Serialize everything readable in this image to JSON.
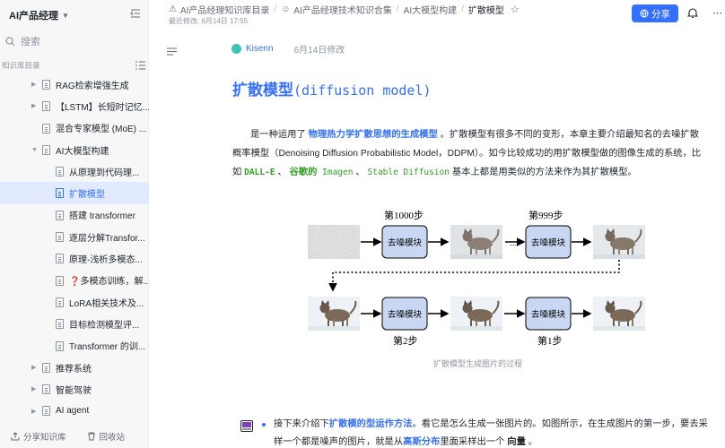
{
  "sidebar": {
    "title": "AI产品经理",
    "search_placeholder": "搜索",
    "toc_label": "知识库目录",
    "items": [
      {
        "label": "RAG检索增强生成",
        "has_arrow": true
      },
      {
        "label": "【LSTM】长短时记忆...",
        "has_arrow": true
      },
      {
        "label": "混合专家模型 (MoE) ...",
        "has_arrow": false
      },
      {
        "label": "AI大模型构建",
        "has_arrow": true
      },
      {
        "label": "从原理到代码理...",
        "has_arrow": false
      },
      {
        "label": "扩散模型",
        "has_arrow": false
      },
      {
        "label": "搭建 transformer",
        "has_arrow": false
      },
      {
        "label": "逐层分解Transfor...",
        "has_arrow": false
      },
      {
        "label": "原理-浅析多模态...",
        "has_arrow": false
      },
      {
        "label": "❓多模态训练，解...",
        "has_arrow": false
      },
      {
        "label": "LoRA相关技术及...",
        "has_arrow": false
      },
      {
        "label": "目标检测模型评...",
        "has_arrow": false
      },
      {
        "label": "Transformer 的训...",
        "has_arrow": false
      },
      {
        "label": "推荐系统",
        "has_arrow": true
      },
      {
        "label": "智能驾驶",
        "has_arrow": true
      },
      {
        "label": "AI agent",
        "has_arrow": true
      }
    ],
    "footer": {
      "share": "分享知识库",
      "trash": "回收站"
    }
  },
  "header": {
    "crumbs": [
      "AI产品经理知识库目录",
      "AI产品经理技术知识合集",
      "AI大模型构建",
      "扩散模型"
    ],
    "edit_time": "最近修改: 6月14日 17:55",
    "share_label": "分享"
  },
  "doc": {
    "author": "Kisenn",
    "modified": "6月14日修改",
    "title_cn": "扩散模型",
    "title_en": "(diffusion model)",
    "para": {
      "p1": "是一种运用了 ",
      "e1": "物理热力学扩散思想的生成模型",
      "p2": " 。扩散模型有很多不同的变形，本章主要介绍最知名的去噪扩散概率模型（Denoising Diffusion Probabilistic Model，DDPM）。如今比较成功的用扩散模型做的图像生成的系统，比如 ",
      "m1": "DALL-E",
      "p3": " 、 ",
      "e2": "谷歌的",
      "m2": " Imagen",
      "p4": " 、 ",
      "m3": "Stable Diffusion",
      "p5": " 基本上都是用类似的方法来作为其扩散模型。"
    },
    "figure": {
      "step_top_1": "第1000步",
      "step_top_2": "第999步",
      "step_bottom_1": "第2步",
      "step_bottom_2": "第1步",
      "box_label": "去噪模块"
    },
    "caption": "扩散模型生成图片的过程",
    "bullet": {
      "p1": "接下来介绍下",
      "e1": "扩散模的型运作方法",
      "p2": "。看它是怎么生成一张图片的。如图所示，在生成图片的第一步，要去采样一个都是噪声的图片，就是从",
      "e2": "高斯分布",
      "p3": "里面采样出一个 ",
      "b1": "向量",
      "p4": " 。"
    }
  },
  "colors": {
    "accent": "#3370ff",
    "green": "#2ea121",
    "active_bg": "#e1eaff"
  }
}
